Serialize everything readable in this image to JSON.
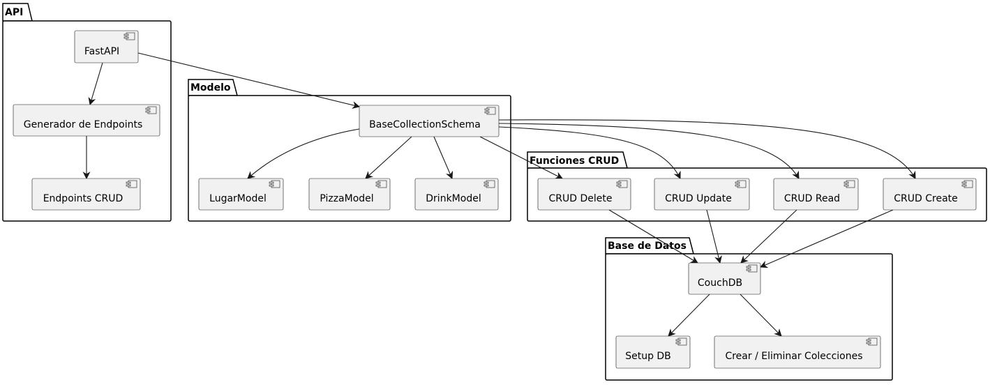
{
  "packages": {
    "api": "API",
    "modelo": "Modelo",
    "crud": "Funciones CRUD",
    "db": "Base de Datos"
  },
  "components": {
    "fastapi": "FastAPI",
    "generador": "Generador de Endpoints",
    "endpoints_crud": "Endpoints CRUD",
    "base_schema": "BaseCollectionSchema",
    "lugar": "LugarModel",
    "pizza": "PizzaModel",
    "drink": "DrinkModel",
    "crud_delete": "CRUD Delete",
    "crud_update": "CRUD Update",
    "crud_read": "CRUD Read",
    "crud_create": "CRUD Create",
    "couchdb": "CouchDB",
    "setup_db": "Setup DB",
    "crear_eliminar": "Crear / Eliminar Colecciones"
  },
  "edges": [
    [
      "fastapi",
      "generador"
    ],
    [
      "generador",
      "endpoints_crud"
    ],
    [
      "fastapi",
      "base_schema"
    ],
    [
      "base_schema",
      "lugar"
    ],
    [
      "base_schema",
      "pizza"
    ],
    [
      "base_schema",
      "drink"
    ],
    [
      "base_schema",
      "crud_delete"
    ],
    [
      "base_schema",
      "crud_update"
    ],
    [
      "base_schema",
      "crud_read"
    ],
    [
      "base_schema",
      "crud_create"
    ],
    [
      "crud_delete",
      "couchdb"
    ],
    [
      "crud_update",
      "couchdb"
    ],
    [
      "crud_read",
      "couchdb"
    ],
    [
      "crud_create",
      "couchdb"
    ],
    [
      "couchdb",
      "setup_db"
    ],
    [
      "couchdb",
      "crear_eliminar"
    ]
  ]
}
